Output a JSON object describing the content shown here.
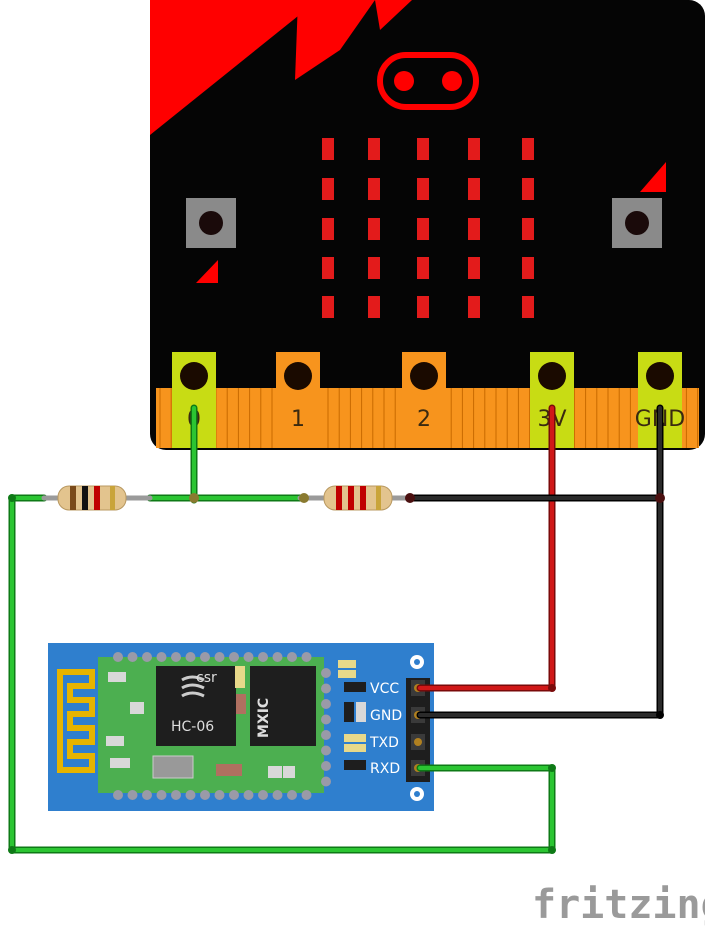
{
  "board": {
    "pins": [
      {
        "label": "0",
        "color": "#c8dc14"
      },
      {
        "label": "1",
        "color": "#f7941d"
      },
      {
        "label": "2",
        "color": "#f7941d"
      },
      {
        "label": "3V",
        "color": "#c8dc14"
      },
      {
        "label": "GND",
        "color": "#c8dc14"
      }
    ]
  },
  "module": {
    "name": "HC-06",
    "chip_logo": "csr",
    "flash_logo": "MXIC",
    "pins": [
      "VCC",
      "GND",
      "TXD",
      "RXD"
    ]
  },
  "watermark": "fritzing",
  "colors": {
    "board": "#000000",
    "accent_red": "#ff0000",
    "module_blue": "#2f7fce",
    "pcb_green": "#4caf50",
    "wire_green": "#1fb12a",
    "wire_red": "#cc1111",
    "wire_black": "#1a1a1a"
  }
}
